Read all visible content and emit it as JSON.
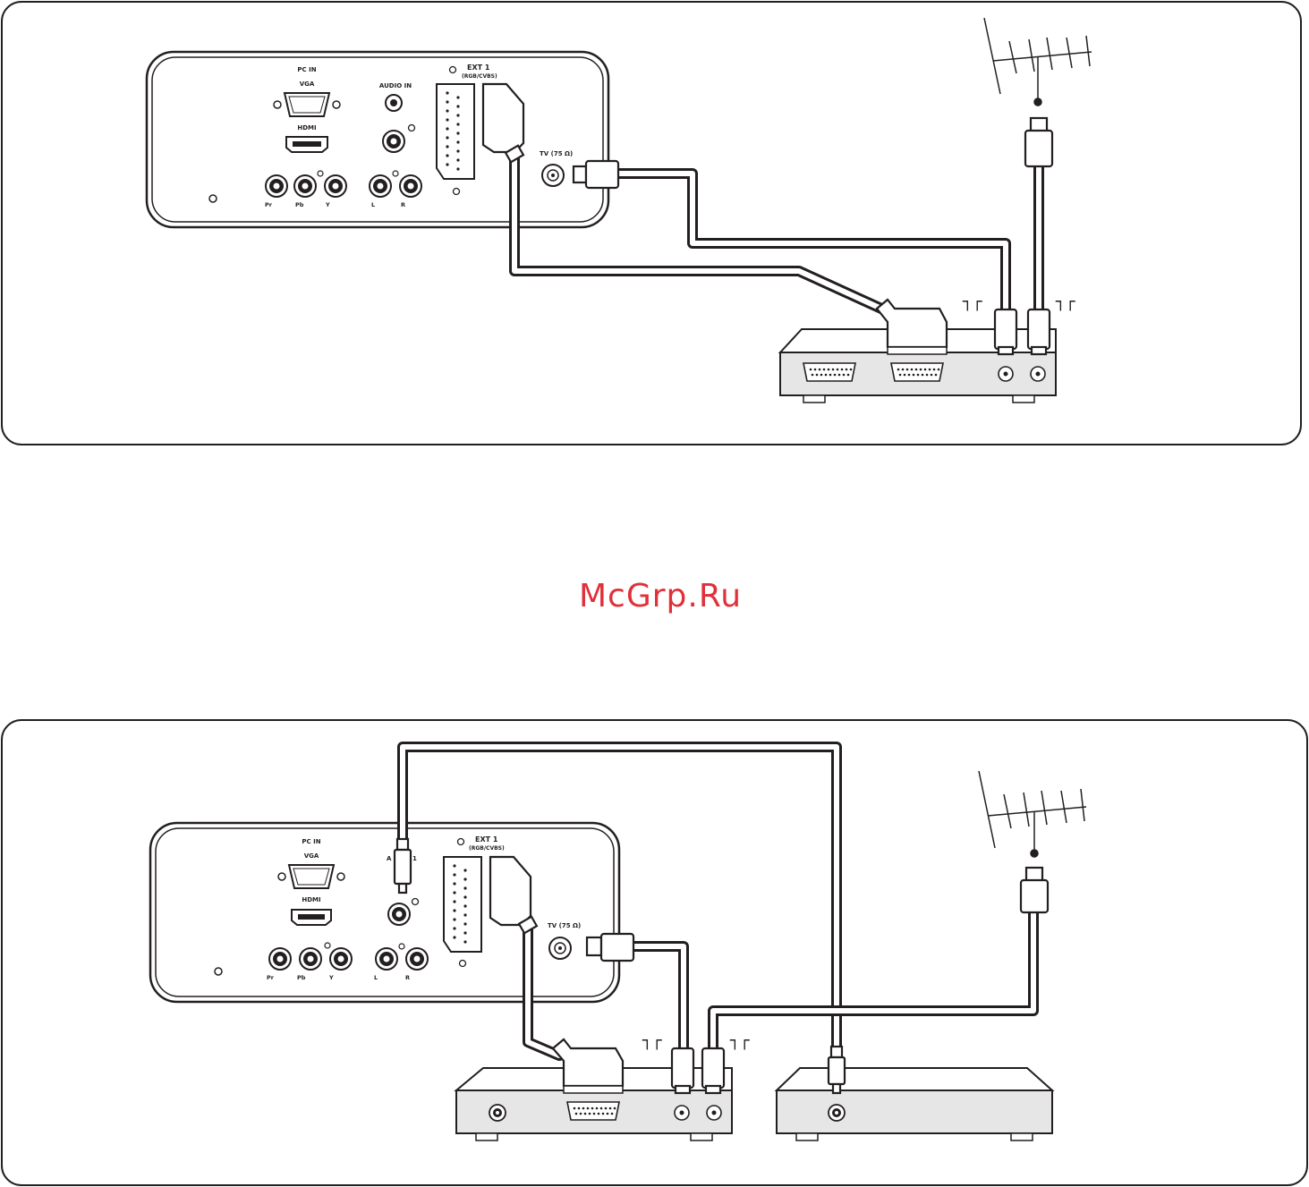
{
  "watermark": "McGrp.Ru",
  "tv_labels": {
    "pc_in": "PC IN",
    "vga": "VGA",
    "hdmi": "HDMI",
    "audio_in": "AUDIO IN",
    "ext1": "EXT 1",
    "ext1_sub": "(RGB/CVBS)",
    "tv_ant": "TV (75 Ω)",
    "pr": "Pr",
    "pb": "Pb",
    "y": "Y",
    "l": "L",
    "r": "R"
  },
  "antenna_symbol": "┐┌",
  "colors": {
    "ink": "#231f20",
    "device_fill": "#e6e6e6",
    "watermark": "#e0303a"
  }
}
